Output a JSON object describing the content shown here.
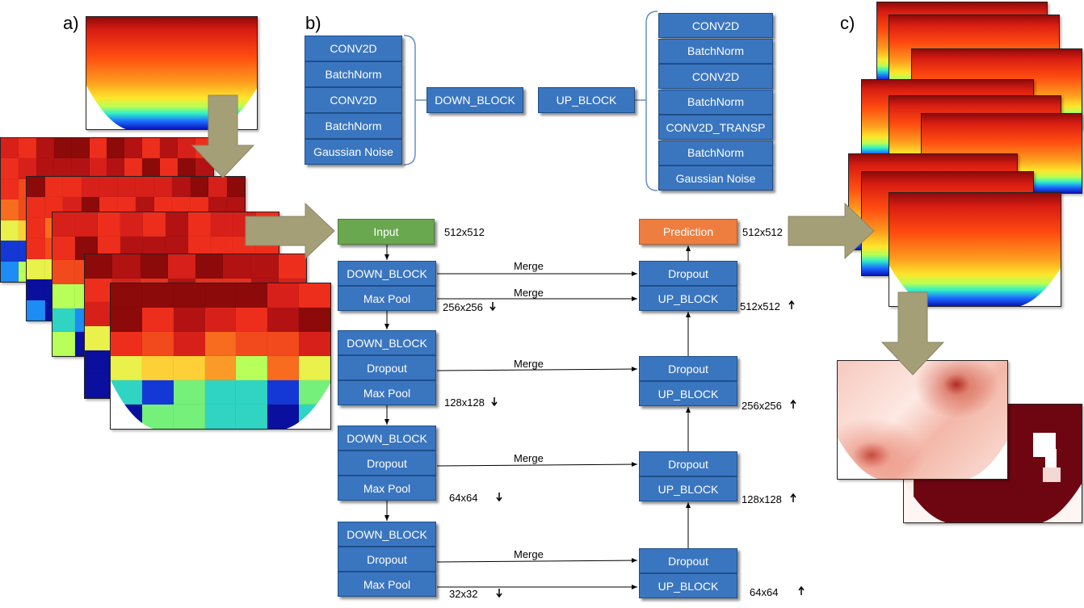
{
  "panel_labels": {
    "a": "a)",
    "b": "b)",
    "c": "c)"
  },
  "down_block_detail": [
    "CONV2D",
    "BatchNorm",
    "CONV2D",
    "BatchNorm",
    "Gaussian Noise"
  ],
  "down_block_name": "DOWN_BLOCK",
  "up_block_name": "UP_BLOCK",
  "up_block_detail": [
    "CONV2D",
    "BatchNorm",
    "CONV2D",
    "BatchNorm",
    "CONV2D_TRANSP",
    "BatchNorm",
    "Gaussian Noise"
  ],
  "unet": {
    "input_label": "Input",
    "input_size": "512x512",
    "prediction_label": "Prediction",
    "prediction_size": "512x512",
    "encoder": [
      {
        "blocks": [
          "DOWN_BLOCK",
          "Max Pool"
        ],
        "size": "256x256"
      },
      {
        "blocks": [
          "DOWN_BLOCK",
          "Dropout",
          "Max Pool"
        ],
        "size": "128x128"
      },
      {
        "blocks": [
          "DOWN_BLOCK",
          "Dropout",
          "Max Pool"
        ],
        "size": "64x64"
      },
      {
        "blocks": [
          "DOWN_BLOCK",
          "Dropout",
          "Max Pool"
        ],
        "size": "32x32"
      }
    ],
    "decoder": [
      {
        "blocks": [
          "Dropout",
          "UP_BLOCK"
        ],
        "size": "512x512"
      },
      {
        "blocks": [
          "Dropout",
          "UP_BLOCK"
        ],
        "size": "256x256"
      },
      {
        "blocks": [
          "Dropout",
          "UP_BLOCK"
        ],
        "size": "128x128"
      },
      {
        "blocks": [
          "Dropout",
          "UP_BLOCK"
        ],
        "size": "64x64"
      }
    ],
    "merge_label": "Merge"
  },
  "colors": {
    "block_blue": "#3a75c0",
    "input_green": "#69a84f",
    "prediction_orange": "#ee7e3f",
    "arrow_khaki": "#a59f78"
  }
}
